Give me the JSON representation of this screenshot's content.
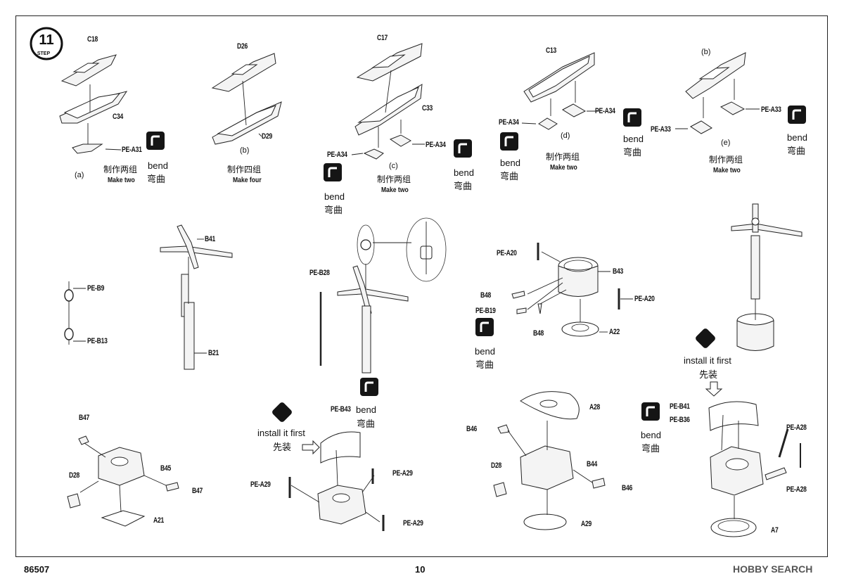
{
  "step": {
    "number": "11",
    "label": "STEP"
  },
  "footer": {
    "code": "86507",
    "page": "10",
    "watermark": "HOBBY SEARCH"
  },
  "text": {
    "make_two_cn": "制作两组",
    "make_two_en": "Make two",
    "make_four_cn": "制作四组",
    "make_four_en": "Make four",
    "bend_en": "bend",
    "bend_cn": "弯曲",
    "install_en": "install it first",
    "install_cn": "先装"
  },
  "labels": {
    "a": "(a)",
    "b": "(b)",
    "c": "(c)",
    "d": "(d)",
    "e": "(e)",
    "b2": "(b)",
    "C18": "C18",
    "C34": "C34",
    "PE_A31": "PE-A31",
    "D26": "D26",
    "D29": "D29",
    "C17": "C17",
    "C33": "C33",
    "PE_A34_c1": "PE-A34",
    "PE_A34_c2": "PE-A34",
    "C13": "C13",
    "PE_A34_d1": "PE-A34",
    "PE_A34_d2": "PE-A34",
    "PE_A33_e1": "PE-A33",
    "PE_A33_e2": "PE-A33",
    "PE_B9": "PE-B9",
    "PE_B13": "PE-B13",
    "B41": "B41",
    "B21": "B21",
    "PE_B28": "PE-B28",
    "PE_A20_1": "PE-A20",
    "PE_A20_2": "PE-A20",
    "B43": "B43",
    "B48_1": "B48",
    "PE_B19": "PE-B19",
    "B48_2": "B48",
    "A22": "A22",
    "B47_1": "B47",
    "B45": "B45",
    "D28_1": "D28",
    "B47_2": "B47",
    "A21": "A21",
    "PE_B43": "PE-B43",
    "PE_A29_1": "PE-A29",
    "PE_A29_2": "PE-A29",
    "PE_A29_3": "PE-A29",
    "A28_1": "A28",
    "B46_1": "B46",
    "D28_2": "D28",
    "B44": "B44",
    "B46_2": "B46",
    "A29": "A29",
    "PE_B41": "PE-B41",
    "PE_B36": "PE-B36",
    "PE_A28_1": "PE-A28",
    "PE_A28_2": "PE-A28",
    "A7": "A7"
  },
  "icons": {
    "bend": "bend-icon",
    "install": "install-first-icon"
  }
}
